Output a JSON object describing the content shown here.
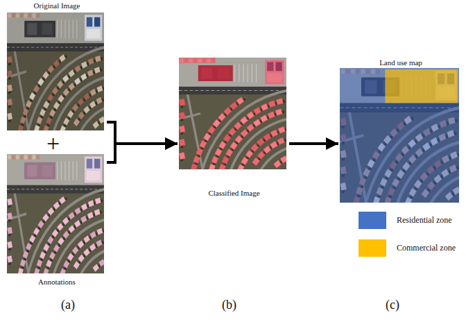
{
  "diagram": {
    "nodes": [
      {
        "text": [
          "Original Image"
        ]
      },
      {
        "text": [
          "Annotations"
        ]
      },
      {
        "text": [
          "Classified Image"
        ]
      },
      {
        "text": [
          "Land use map"
        ]
      }
    ],
    "edges": [
      {
        "from": 0,
        "to": 2,
        "arrow": "to"
      },
      {
        "from": 1,
        "to": 2,
        "arrow": "to"
      },
      {
        "from": 2,
        "to": 3,
        "arrow": "to"
      }
    ],
    "labels": [
      "+",
      "(a)",
      "(b)",
      "(c)"
    ],
    "legend": [
      {
        "text": "Residential zone",
        "color": "#4472c4"
      },
      {
        "text": "Commercial zone",
        "color": "#ffc000"
      }
    ]
  }
}
